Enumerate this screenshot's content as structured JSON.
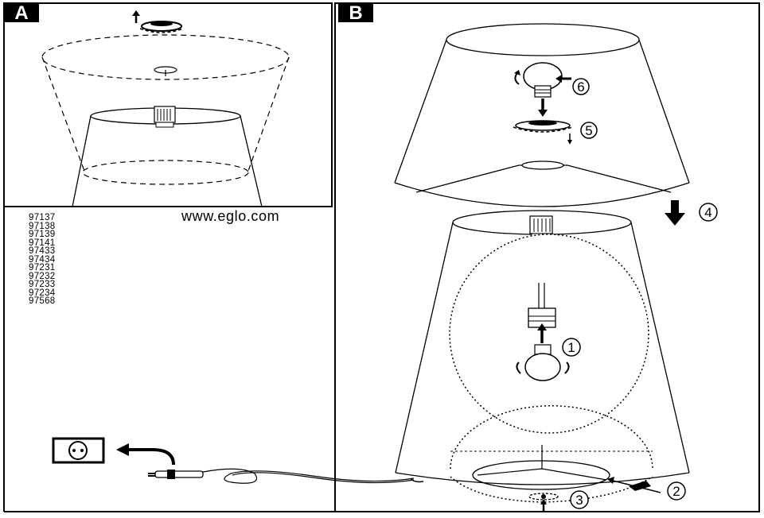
{
  "panels": {
    "a_label": "A",
    "b_label": "B"
  },
  "website": "www.eglo.com",
  "model_numbers": [
    "97137",
    "97138",
    "97139",
    "97141",
    "97433",
    "97434",
    "97231",
    "97232",
    "97233",
    "97234",
    "97568"
  ],
  "steps": [
    "1",
    "2",
    "3",
    "4",
    "5",
    "6"
  ],
  "icons": [
    "power-socket-icon",
    "plug-icon",
    "bulb-icon",
    "lampholder-icon",
    "rotate-arrow-icon",
    "down-arrow-icon",
    "up-arrow-icon"
  ]
}
